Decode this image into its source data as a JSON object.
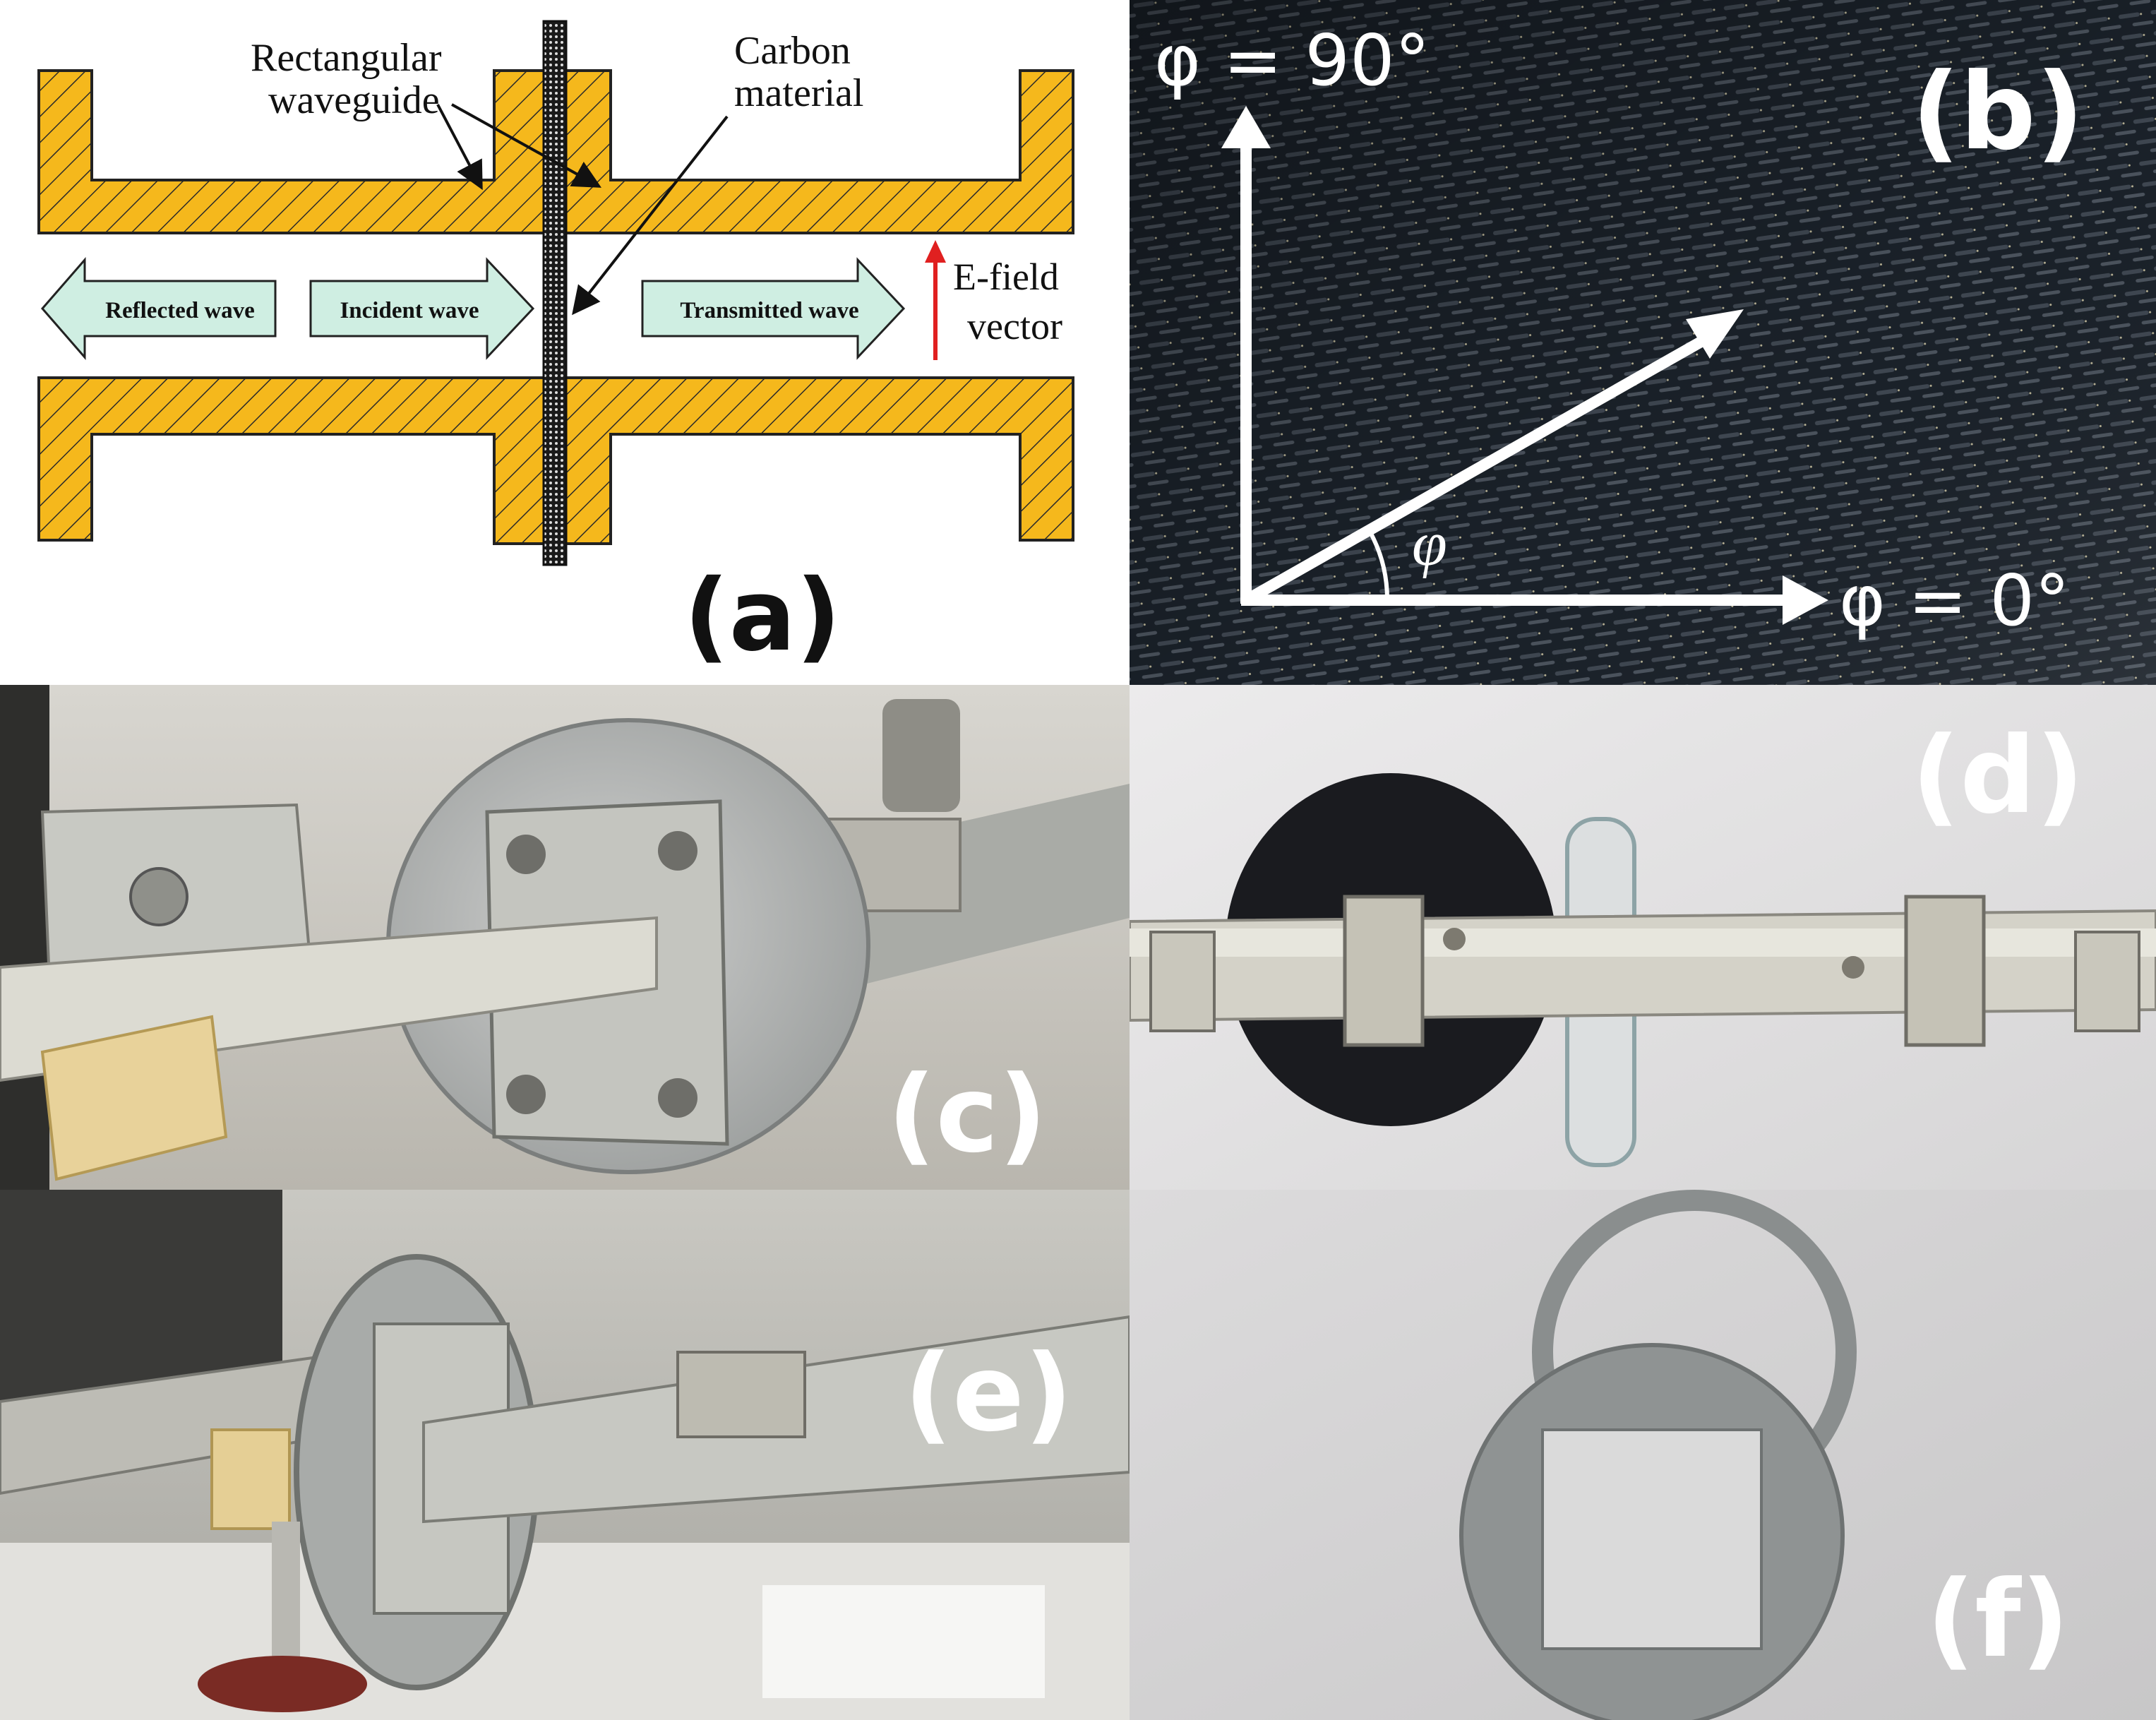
{
  "panel_a": {
    "label": "(a)",
    "callouts": {
      "waveguide_line1": "Rectangular",
      "waveguide_line2": "waveguide",
      "carbon_line1": "Carbon",
      "carbon_line2": "material"
    },
    "waves": {
      "reflected": "Reflected wave",
      "incident": "Incident wave",
      "transmitted": "Transmitted wave"
    },
    "efield_line1": "E-field",
    "efield_line2": "vector",
    "colors": {
      "waveguide": "#f5b81c",
      "arrow_fill": "#cfeee2",
      "efield_arrow": "#e02020"
    }
  },
  "panel_b": {
    "label": "(b)",
    "angle_90": "φ = 90°",
    "angle_0": "φ = 0°",
    "angle_symbol": "φ",
    "colors": {
      "fabric": "#1b232b"
    }
  },
  "panel_c": {
    "label": "(c)"
  },
  "panel_d": {
    "label": "(d)"
  },
  "panel_e": {
    "label": "(e)"
  },
  "panel_f": {
    "label": "(f)"
  }
}
